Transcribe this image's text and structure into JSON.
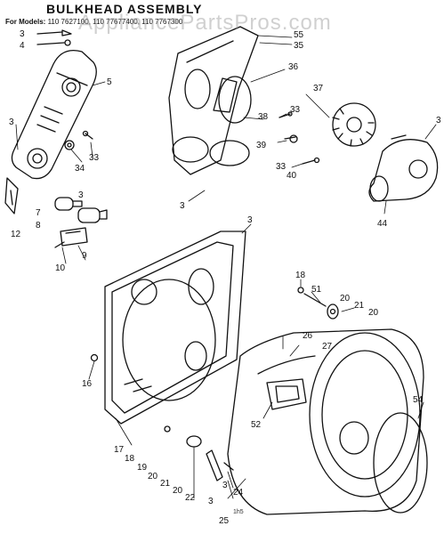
{
  "header": {
    "title": "BULKHEAD ASSEMBLY",
    "models_prefix": "For Models:",
    "models_list": "110 7627100, 110 77677400, 110 7767300",
    "watermark": "AppliancePartsPros.com"
  },
  "diagram_code": "1h5",
  "callouts": {
    "c3a": "3",
    "c4": "4",
    "c55": "55",
    "c35": "35",
    "c5": "5",
    "c36": "36",
    "c37": "37",
    "c3b": "3",
    "c33a": "33",
    "c38": "38",
    "c3c": "3",
    "c34": "34",
    "c33b": "33",
    "c39": "39",
    "c33c": "33",
    "c40": "40",
    "c3d": "3",
    "c44": "44",
    "c3e": "3",
    "c7": "7",
    "c8": "8",
    "c12": "12",
    "c9": "9",
    "c10": "10",
    "c3f": "3",
    "c18a": "18",
    "c51": "51",
    "c20a": "20",
    "c21a": "21",
    "c20b": "20",
    "c26": "26",
    "c27": "27",
    "c16": "16",
    "c52": "52",
    "c54": "54",
    "c17": "17",
    "c18b": "18",
    "c19": "19",
    "c20c": "20",
    "c21b": "21",
    "c20d": "20",
    "c22": "22",
    "c3g": "3",
    "c24": "24",
    "c25": "25",
    "c3h": "3"
  },
  "colors": {
    "ink": "#111111",
    "paper": "#ffffff",
    "watermark": "#969696"
  }
}
